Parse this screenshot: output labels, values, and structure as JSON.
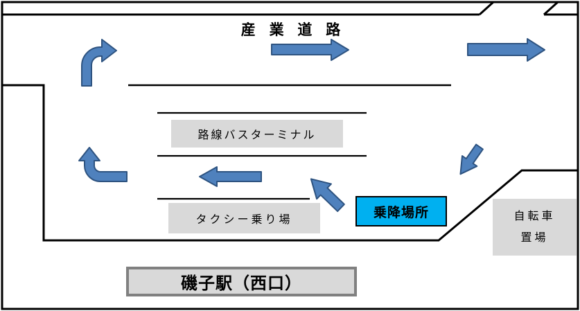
{
  "diagram": {
    "road_label": "産 業 道 路",
    "bus_terminal_label": "路線バスターミナル",
    "taxi_stand_label": "タクシー乗り場",
    "boarding_area_label": "乗降場所",
    "bicycle_parking_line1": "自転車",
    "bicycle_parking_line2": "置場",
    "station_label": "磯子駅（西口）"
  },
  "flow_arrows": [
    {
      "icon": "turn-up-then-right-arrow-icon",
      "direction": "up then right",
      "area": "left entrance to industrial road"
    },
    {
      "icon": "right-arrow-icon",
      "direction": "right",
      "area": "industrial road center"
    },
    {
      "icon": "right-arrow-icon",
      "direction": "right",
      "area": "industrial road right"
    },
    {
      "icon": "down-left-arrow-icon",
      "direction": "down-left",
      "area": "right entrance into terminal"
    },
    {
      "icon": "up-left-arrow-icon",
      "direction": "up-left",
      "area": "approach to boarding area exit lane"
    },
    {
      "icon": "left-arrow-icon",
      "direction": "left",
      "area": "terminal exit lane"
    },
    {
      "icon": "turn-left-then-up-arrow-icon",
      "direction": "left then up",
      "area": "left exit of terminal"
    }
  ],
  "colors": {
    "arrow_fill": "#4f81bd",
    "arrow_outline": "#2e5380",
    "label_box_gray": "#d9d9d9",
    "boarding_box_cyan": "#00b0f0",
    "station_box_border": "#808080",
    "line_color": "#000000"
  }
}
